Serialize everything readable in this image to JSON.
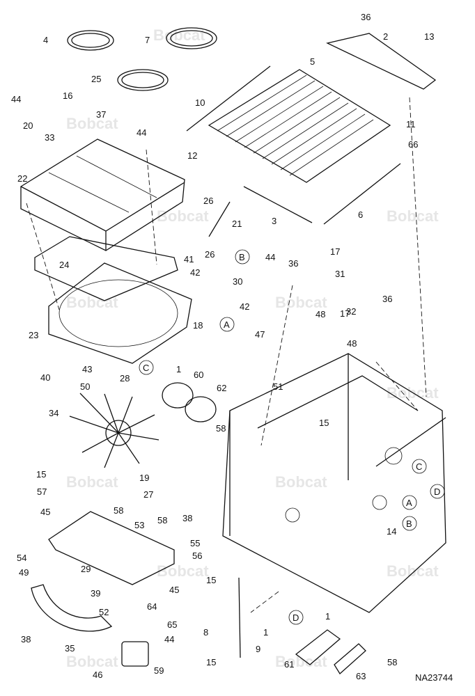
{
  "diagram": {
    "code": "NA23744",
    "watermark": "Bobcat",
    "labels": [
      "1",
      "2",
      "3",
      "4",
      "5",
      "6",
      "7",
      "8",
      "9",
      "10",
      "11",
      "12",
      "13",
      "14",
      "15",
      "16",
      "17",
      "18",
      "19",
      "20",
      "21",
      "22",
      "23",
      "24",
      "25",
      "26",
      "27",
      "28",
      "29",
      "30",
      "31",
      "32",
      "33",
      "34",
      "35",
      "36",
      "37",
      "38",
      "39",
      "40",
      "41",
      "42",
      "43",
      "44",
      "45",
      "46",
      "47",
      "48",
      "49",
      "50",
      "51",
      "52",
      "53",
      "54",
      "55",
      "56",
      "57",
      "58",
      "59",
      "60",
      "61",
      "62",
      "63",
      "64",
      "65",
      "66"
    ],
    "reference_markers": [
      "A",
      "B",
      "C",
      "D"
    ]
  }
}
